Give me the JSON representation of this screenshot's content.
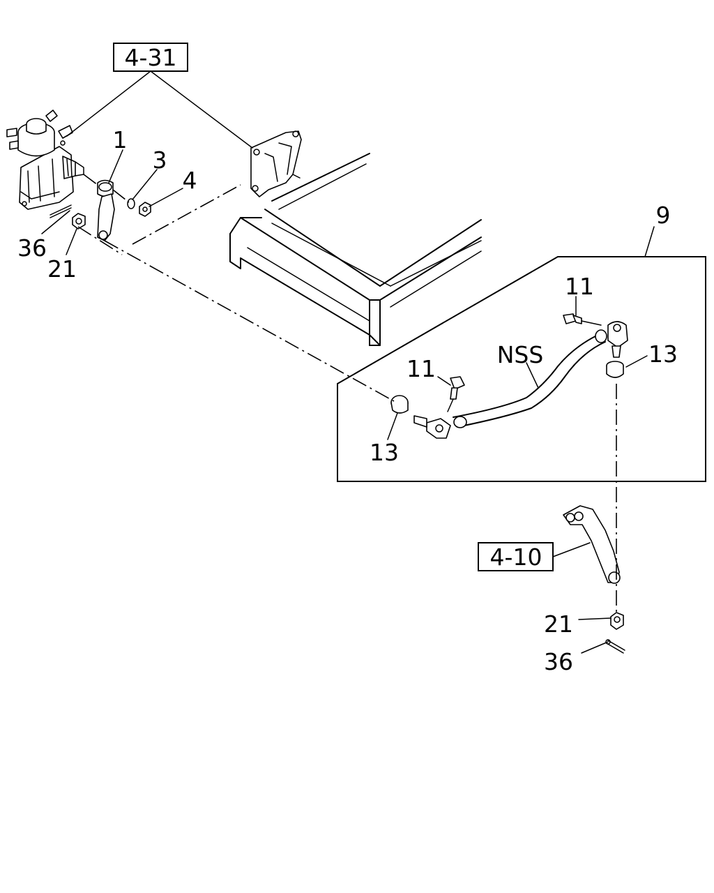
{
  "callouts": {
    "ref_4_31": "4-31",
    "ref_4_10": "4-10",
    "p1": "1",
    "p3": "3",
    "p4": "4",
    "p36_top": "36",
    "p21_top": "21",
    "p9": "9",
    "p11_upper": "11",
    "p11_lower": "11",
    "nss": "NSS",
    "p13_right": "13",
    "p13_left": "13",
    "p21_bottom": "21",
    "p36_bottom": "36"
  }
}
